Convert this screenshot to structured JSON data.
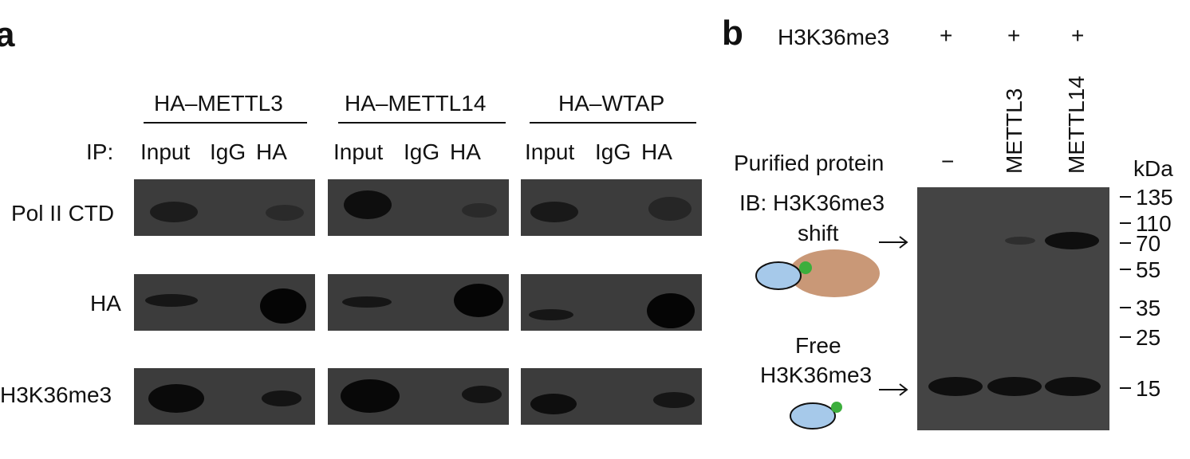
{
  "panel_a": {
    "letter": "a",
    "ip_label": "IP:",
    "groups": [
      {
        "title": "HA–METTL3",
        "lanes": [
          "Input",
          "IgG",
          "HA"
        ]
      },
      {
        "title": "HA–METTL14",
        "lanes": [
          "Input",
          "IgG",
          "HA"
        ]
      },
      {
        "title": "HA–WTAP",
        "lanes": [
          "Input",
          "IgG",
          "HA"
        ]
      }
    ],
    "rows": [
      "Pol II CTD",
      "HA",
      "H3K36me3"
    ]
  },
  "panel_b": {
    "letter": "b",
    "h3_label": "H3K36me3",
    "h3_signs": [
      "+",
      "+",
      "+"
    ],
    "purified_label": "Purified protein",
    "purified_lanes": [
      "−",
      "METTL3",
      "METTL14"
    ],
    "ib_label": "IB: H3K36me3",
    "shift_label": "shift",
    "free_label_1": "Free",
    "free_label_2": "H3K36me3",
    "kda_label": "kDa",
    "markers": [
      "135",
      "110",
      "70",
      "55",
      "35",
      "25",
      "15"
    ],
    "colors": {
      "histone": "#a6c9ea",
      "partner": "#c99877",
      "mark": "#3cae3c"
    }
  }
}
